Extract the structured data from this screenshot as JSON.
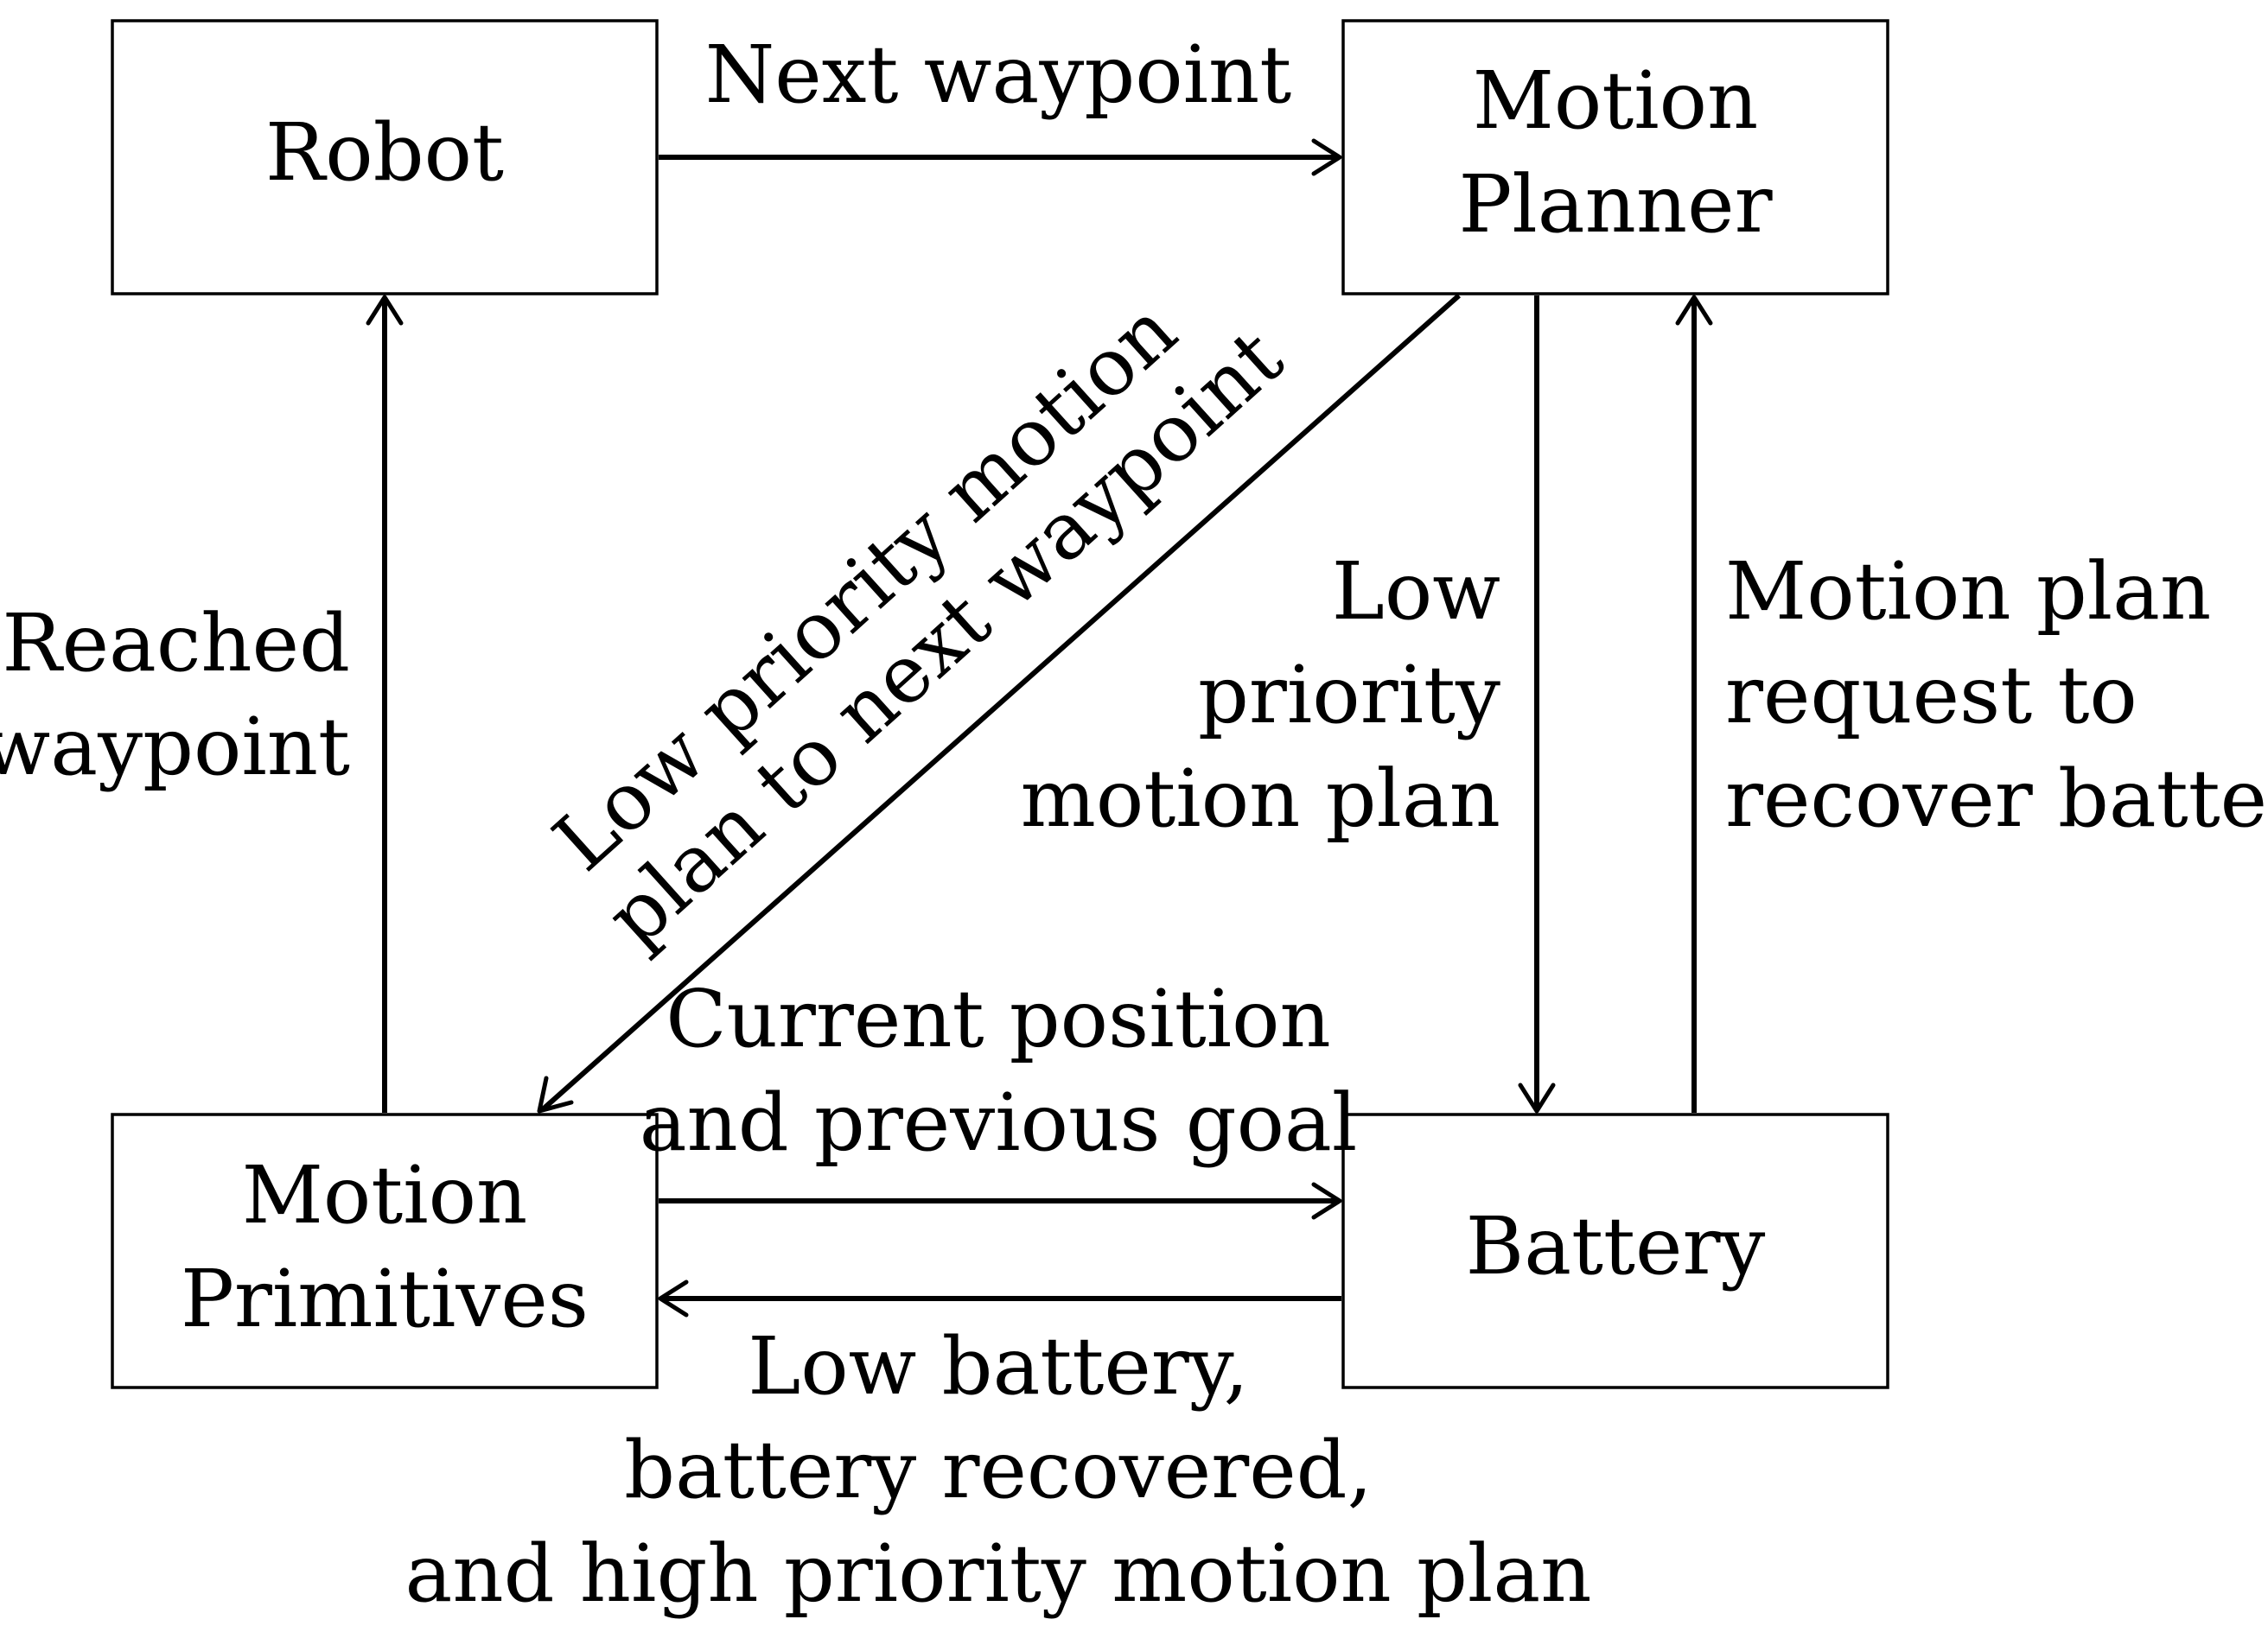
{
  "nodes": {
    "robot": "Robot",
    "planner": [
      "Motion",
      "Planner"
    ],
    "primitives": [
      "Motion",
      "Primitives"
    ],
    "battery": "Battery"
  },
  "edges": {
    "robot_to_planner": "Next waypoint",
    "primitives_to_robot": [
      "Reached",
      "waypoint"
    ],
    "planner_to_primitives": [
      "Low priority motion",
      "plan to next waypoint"
    ],
    "planner_to_battery": [
      "Low",
      "priority",
      "motion plan"
    ],
    "battery_to_planner": [
      "Motion plan",
      "request to",
      "recover battery"
    ],
    "primitives_to_battery": [
      "Current position",
      "and previous goal"
    ],
    "battery_to_primitives": [
      "Low battery,",
      "battery recovered,",
      "and high priority motion plan"
    ]
  }
}
